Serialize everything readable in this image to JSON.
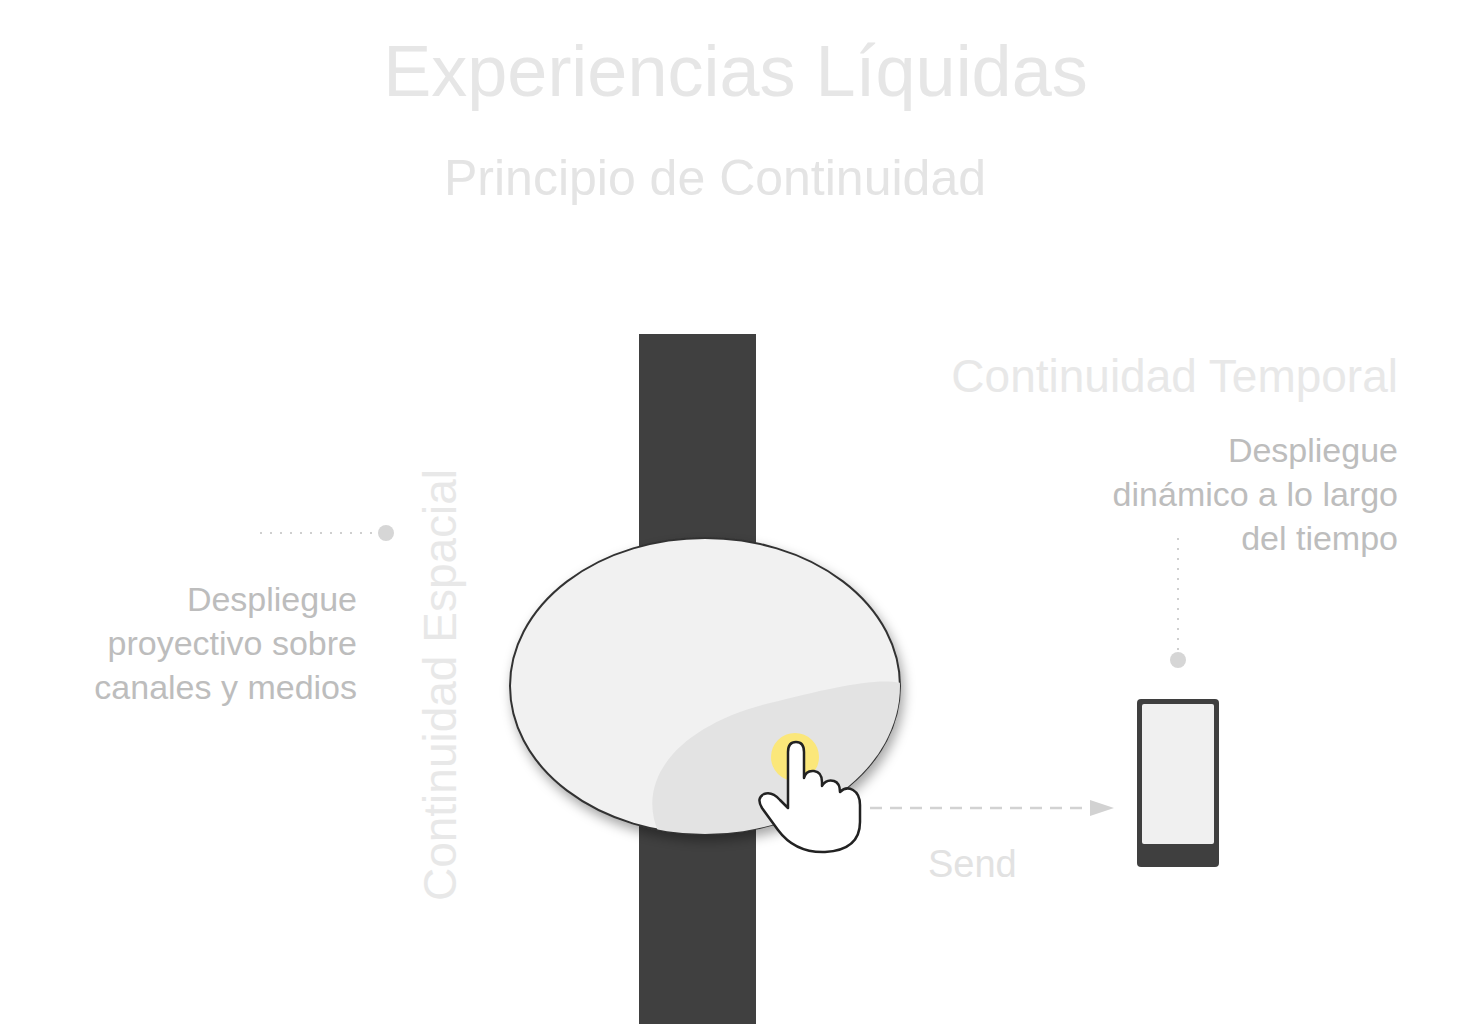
{
  "diagram": {
    "title": "Experiencias Líquidas",
    "labels": [
      "Principio de Continuidad",
      "Continuidad Temporal",
      "Despliegue dinámico a lo largo del tiempo",
      "Continuidad Espacial",
      "Despliegue proyectivo sobre canales y medios",
      "Send"
    ]
  }
}
